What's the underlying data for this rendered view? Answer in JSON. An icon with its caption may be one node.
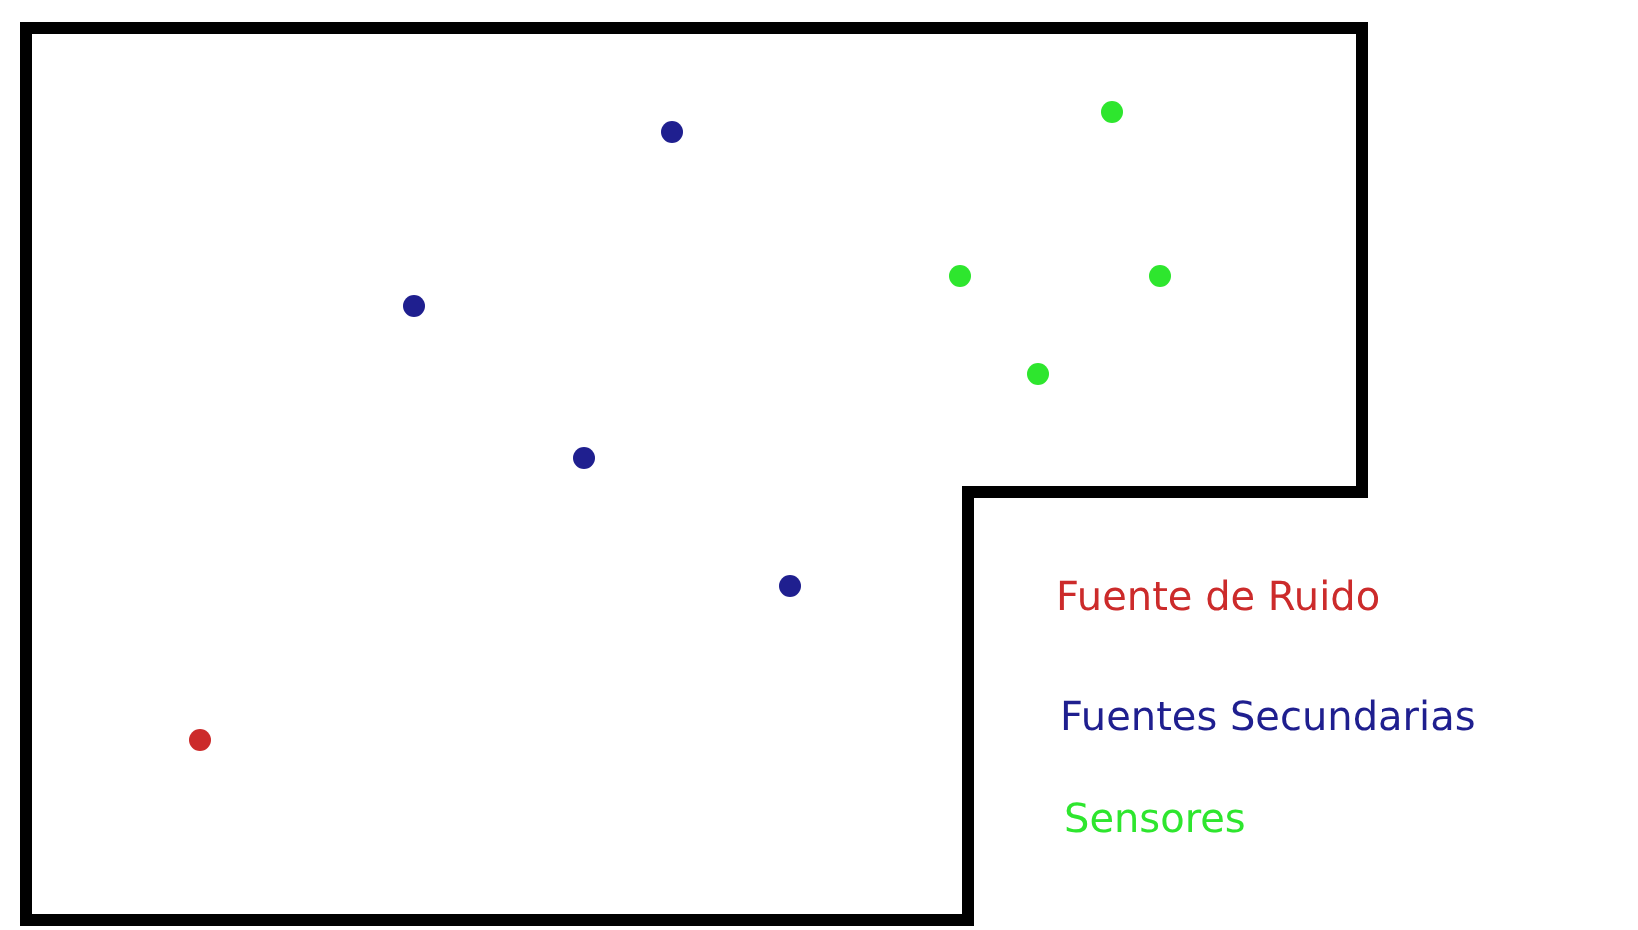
{
  "diagram": {
    "legend": [
      {
        "text": "Fuente de Ruido",
        "color": "#cc2b2b"
      },
      {
        "text": "Fuentes Secundarias",
        "color": "#1f1f8f"
      },
      {
        "text": "Sensores",
        "color": "#2ee62e"
      }
    ]
  }
}
